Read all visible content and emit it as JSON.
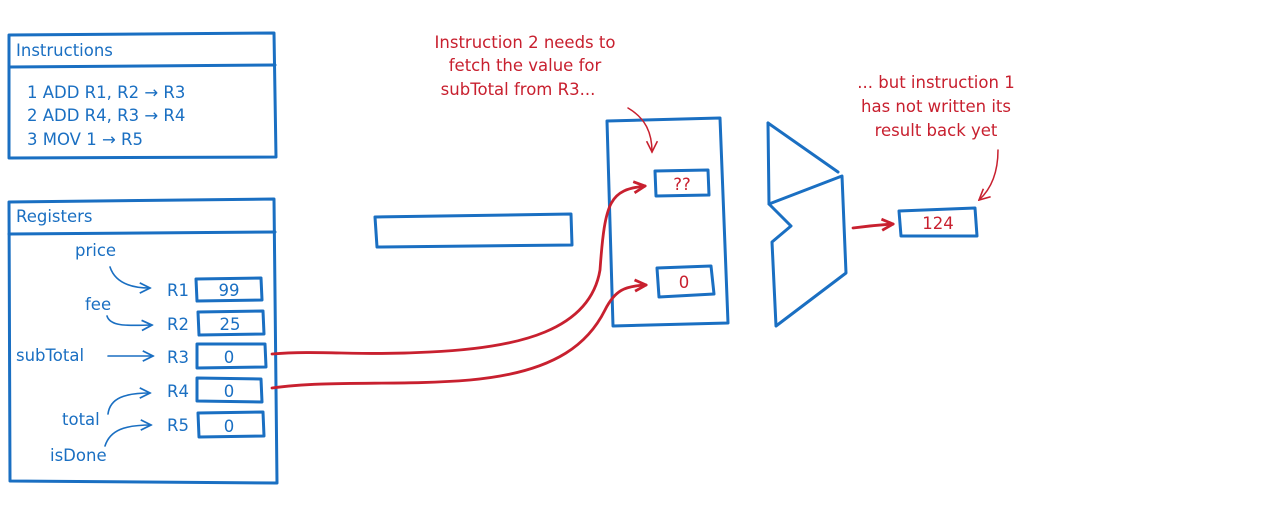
{
  "instructions": {
    "title": "Instructions",
    "lines": [
      "1  ADD  R1,  R2 → R3",
      "2  ADD  R4,  R3 → R4",
      "3  MOV  1 → R5"
    ]
  },
  "registers": {
    "title": "Registers",
    "rows": [
      {
        "reg": "R1",
        "value": "99",
        "variable": "price"
      },
      {
        "reg": "R2",
        "value": "25",
        "variable": "fee"
      },
      {
        "reg": "R3",
        "value": "0",
        "variable": "subTotal"
      },
      {
        "reg": "R4",
        "value": "0",
        "variable": "total"
      },
      {
        "reg": "R5",
        "value": "0",
        "variable": "isDone"
      }
    ]
  },
  "register_file": {
    "slot_top": "??",
    "slot_bottom": "0"
  },
  "alu_output": "124",
  "annotations": {
    "left": [
      "Instruction 2 needs to",
      "fetch the value for",
      "subTotal from R3..."
    ],
    "right": [
      "... but instruction 1",
      "has not written its",
      "result back yet"
    ]
  },
  "colors": {
    "blue": "#1a6fc2",
    "red": "#c8202f"
  }
}
